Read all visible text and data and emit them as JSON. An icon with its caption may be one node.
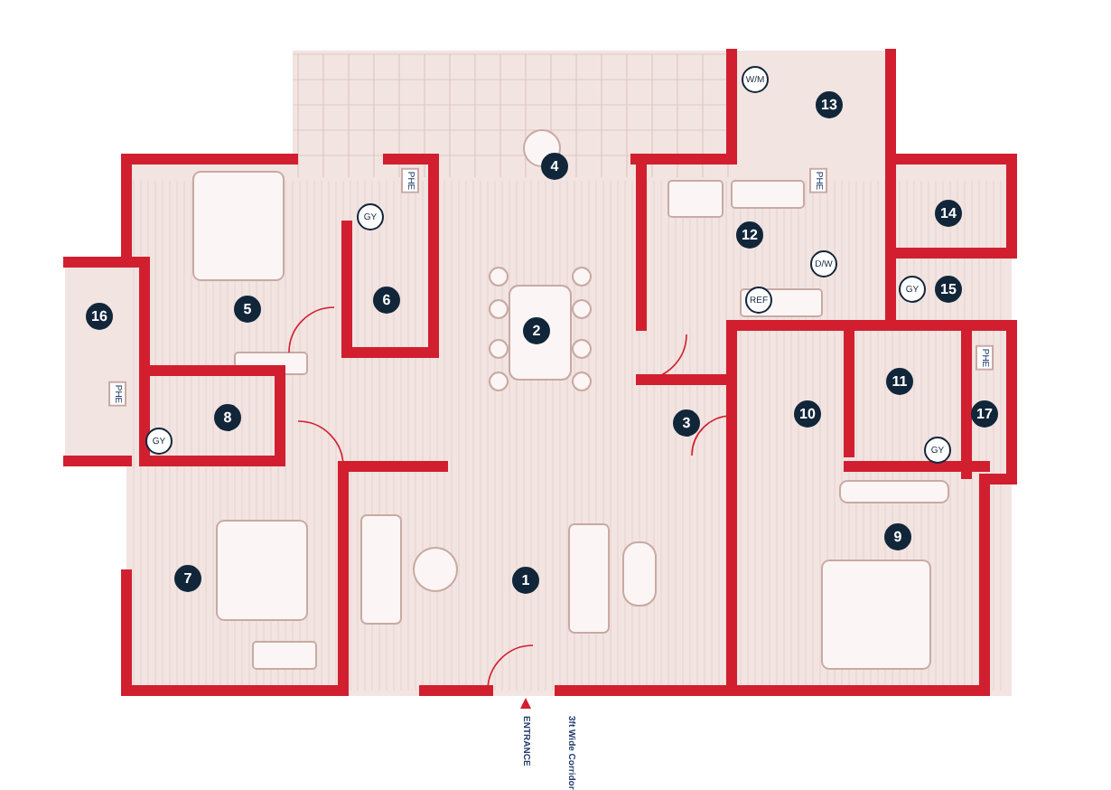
{
  "diagram": {
    "labels": [
      "4",
      "13",
      "W/M",
      "PHE",
      "PHE",
      "14",
      "GY",
      "12",
      "D/W",
      "6",
      "5",
      "16",
      "2",
      "GY",
      "15",
      "REF",
      "PHE",
      "8",
      "11",
      "PHE",
      "GY",
      "3",
      "10",
      "17",
      "GY",
      "9",
      "7",
      "1",
      "ENTRANCE",
      "3ft Wide Corridor"
    ]
  }
}
